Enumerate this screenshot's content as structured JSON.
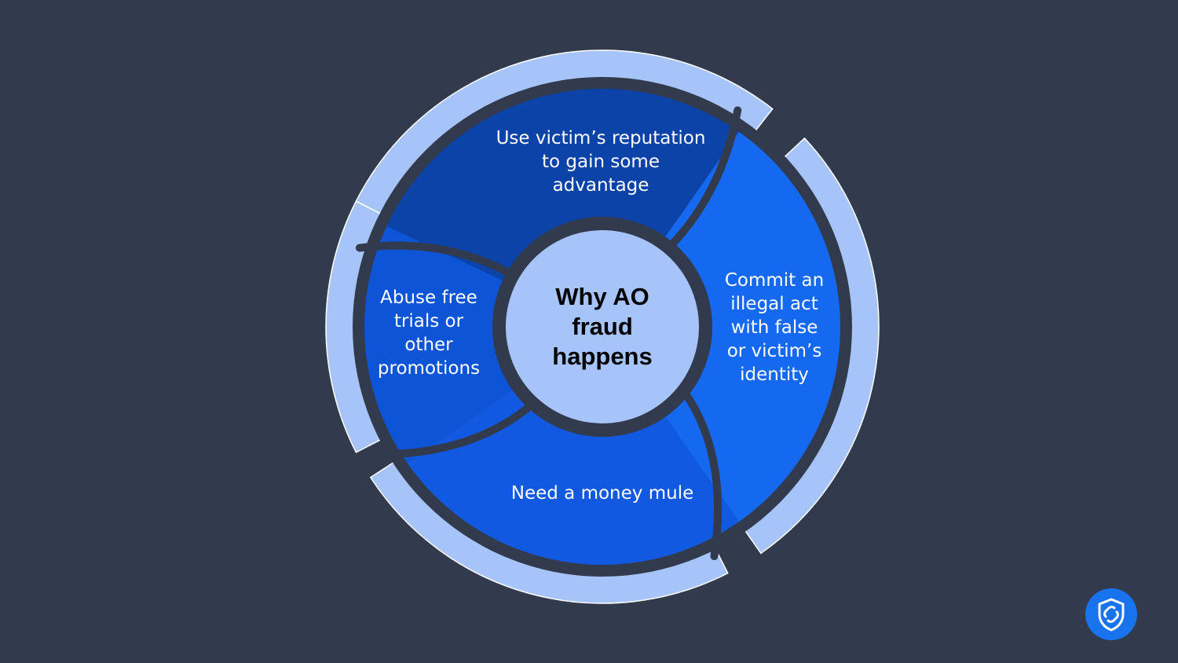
{
  "colors": {
    "background": "#323a4d",
    "outer_ring": "#a6c4f7",
    "hub": "#a6c4f7",
    "separator": "#323a4d",
    "segment_top": "#0b43a8",
    "segment_right": "#1469f0",
    "segment_bottom": "#1159e0",
    "segment_left": "#0d55d6",
    "logo": "#1a73ee"
  },
  "center": {
    "title": "Why AO\nfraud\nhappens"
  },
  "segments": {
    "top": "Use victim’s reputation\nto gain some\nadvantage",
    "right": "Commit an\nillegal act\nwith false\nor victim’s\nidentity",
    "bottom": "Need a money mule",
    "left": "Abuse free\ntrials or\nother\npromotions"
  },
  "logo": {
    "icon": "shield-link-icon"
  }
}
